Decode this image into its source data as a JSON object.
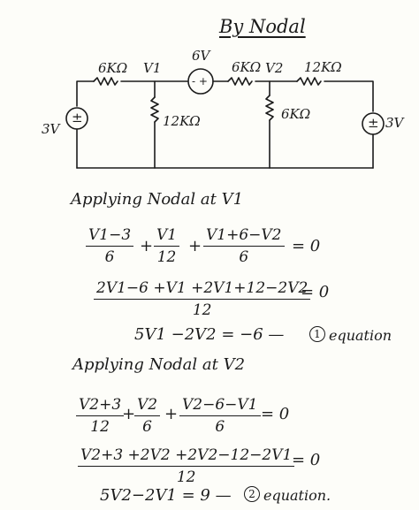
{
  "title": "By Nodal",
  "circuit": {
    "left_source": "3V",
    "right_source": "3V",
    "top_left_resistor": "6KΩ",
    "node_v1": "V1",
    "middle_source": "6V",
    "middle_source_signs": "-  +",
    "top_middle_resistor": "6KΩ",
    "node_v2": "V2",
    "top_right_resistor": "12KΩ",
    "shunt_resistor_left": "12KΩ",
    "shunt_resistor_right": "6KΩ",
    "source_sign": "±"
  },
  "section1": {
    "heading": "Applying Nodal at V1",
    "eq1": {
      "frac1_num": "V1−3",
      "frac1_den": "6",
      "plus1": "+",
      "frac2_num": "V1",
      "frac2_den": "12",
      "plus2": "+",
      "frac3_num": "V1+6−V2",
      "frac3_den": "6",
      "rhs": "= 0"
    },
    "eq2": {
      "num": "2V1−6 +V1 +2V1+12−2V2",
      "den": "12",
      "rhs": "= 0"
    },
    "eq3": {
      "text": "5V1 −2V2 = −6  —",
      "circle": "1",
      "label": "equation"
    }
  },
  "section2": {
    "heading": "Applying Nodal at V2",
    "eq1": {
      "frac1_num": "V2+3",
      "frac1_den": "12",
      "plus1": "+",
      "frac2_num": "V2",
      "frac2_den": "6",
      "plus2": "+",
      "frac3_num": "V2−6−V1",
      "frac3_den": "6",
      "rhs": "= 0"
    },
    "eq2": {
      "num": "V2+3 +2V2 +2V2−12−2V1",
      "den": "12",
      "rhs": "= 0"
    },
    "eq3": {
      "text": "5V2−2V1 = 9 —",
      "circle": "2",
      "label": "equation."
    }
  }
}
